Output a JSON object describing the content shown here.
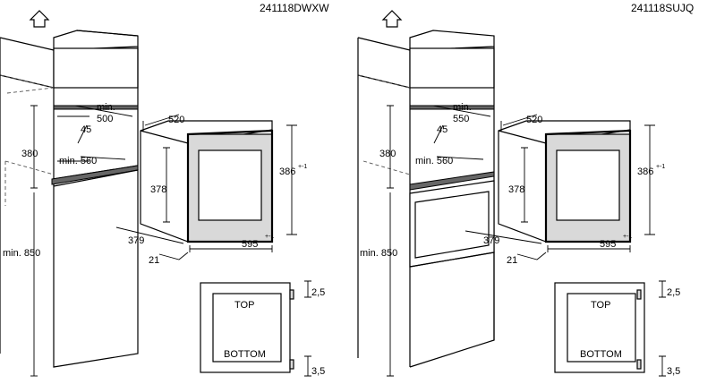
{
  "models": [
    {
      "code": "241118DWXW",
      "labels": {
        "min_depth": "min.",
        "depth_500": "500",
        "angle": "45",
        "cavity_height": "380",
        "min_width": "min. 560",
        "floor_height": "min. 850",
        "oven_depth": "520",
        "oven_height_inner": "378",
        "oven_height": "386",
        "oven_height_tol": "+-1",
        "panel_depth": "379",
        "panel_offset": "21",
        "oven_width": "595",
        "oven_width_tol": "+-1"
      }
    },
    {
      "code": "241118SUJQ",
      "labels": {
        "min_depth": "min.",
        "depth_500": "550",
        "angle": "45",
        "cavity_height": "380",
        "min_width": "min. 560",
        "floor_height": "min. 850",
        "oven_depth": "520",
        "oven_height_inner": "378",
        "oven_height": "386",
        "oven_height_tol": "+-1",
        "panel_depth": "379",
        "panel_offset": "21",
        "oven_width": "595",
        "oven_width_tol": "+-1"
      }
    }
  ],
  "detail": {
    "top_label": "TOP",
    "bottom_label": "BOTTOM",
    "top_gap": "2,5",
    "bottom_gap": "3,5"
  },
  "icons": [
    "up-arrow-icon"
  ]
}
